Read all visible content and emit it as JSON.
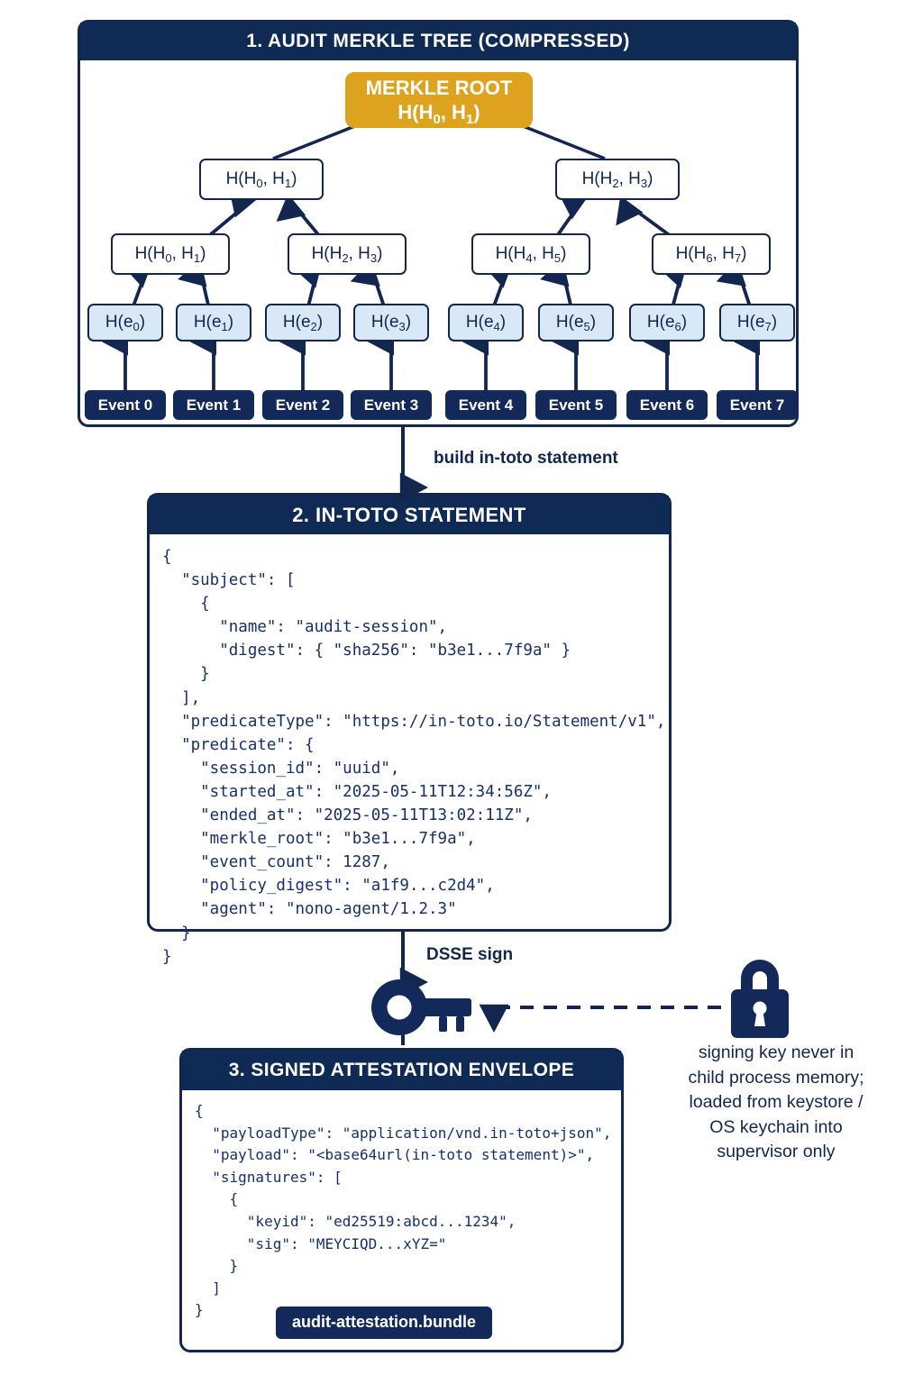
{
  "panels": {
    "tree": {
      "title": "1. AUDIT MERKLE TREE (COMPRESSED)",
      "root": {
        "line1": "MERKLE ROOT",
        "line2_pre": "H(H",
        "line2_sub1": "0",
        "line2_mid": ", H",
        "line2_sub2": "1",
        "line2_post": ")"
      },
      "level2": [
        {
          "label": "H(H0, H1)",
          "pre": "H(H",
          "sub1": "0",
          "mid": ", H",
          "sub2": "1",
          "post": ")"
        },
        {
          "label": "H(H2, H3)",
          "pre": "H(H",
          "sub1": "2",
          "mid": ", H",
          "sub2": "3",
          "post": ")"
        }
      ],
      "level3": [
        {
          "label": "H(H0, H1)",
          "pre": "H(H",
          "sub1": "0",
          "mid": ", H",
          "sub2": "1",
          "post": ")"
        },
        {
          "label": "H(H2, H3)",
          "pre": "H(H",
          "sub1": "2",
          "mid": ", H",
          "sub2": "3",
          "post": ")"
        },
        {
          "label": "H(H4, H5)",
          "pre": "H(H",
          "sub1": "4",
          "mid": ", H",
          "sub2": "5",
          "post": ")"
        },
        {
          "label": "H(H6, H7)",
          "pre": "H(H",
          "sub1": "6",
          "mid": ", H",
          "sub2": "7",
          "post": ")"
        }
      ],
      "leaves": [
        {
          "pre": "H(e",
          "sub": "0",
          "post": ")"
        },
        {
          "pre": "H(e",
          "sub": "1",
          "post": ")"
        },
        {
          "pre": "H(e",
          "sub": "2",
          "post": ")"
        },
        {
          "pre": "H(e",
          "sub": "3",
          "post": ")"
        },
        {
          "pre": "H(e",
          "sub": "4",
          "post": ")"
        },
        {
          "pre": "H(e",
          "sub": "5",
          "post": ")"
        },
        {
          "pre": "H(e",
          "sub": "6",
          "post": ")"
        },
        {
          "pre": "H(e",
          "sub": "7",
          "post": ")"
        }
      ],
      "events": [
        "Event 0",
        "Event 1",
        "Event 2",
        "Event 3",
        "Event 4",
        "Event 5",
        "Event 6",
        "Event 7"
      ]
    },
    "statement": {
      "title": "2. IN-TOTO STATEMENT",
      "code": "{\n  \"subject\": [\n    {\n      \"name\": \"audit-session\",\n      \"digest\": { \"sha256\": \"b3e1...7f9a\" }\n    }\n  ],\n  \"predicateType\": \"https://in-toto.io/Statement/v1\",\n  \"predicate\": {\n    \"session_id\": \"uuid\",\n    \"started_at\": \"2025-05-11T12:34:56Z\",\n    \"ended_at\": \"2025-05-11T13:02:11Z\",\n    \"merkle_root\": \"b3e1...7f9a\",\n    \"event_count\": 1287,\n    \"policy_digest\": \"a1f9...c2d4\",\n    \"agent\": \"nono-agent/1.2.3\"\n  }\n}"
    },
    "envelope": {
      "title": "3. SIGNED ATTESTATION ENVELOPE",
      "code": "{\n  \"payloadType\": \"application/vnd.in-toto+json\",\n  \"payload\": \"<base64url(in-toto statement)>\",\n  \"signatures\": [\n    {\n      \"keyid\": \"ed25519:abcd...1234\",\n      \"sig\": \"MEYCIQD...xYZ=\"\n    }\n  ]\n}",
      "bundle_chip": "audit-attestation.bundle"
    }
  },
  "flow": {
    "build_label": "build in-toto statement",
    "sign_label": "DSSE sign"
  },
  "note": {
    "lines": [
      "signing key never in",
      "child process memory;",
      "loaded from keystore /",
      "OS keychain into",
      "supervisor only"
    ]
  },
  "colors": {
    "navy": "#0e2a55",
    "navy_border": "#12264f",
    "gold": "#dda21e",
    "leaf_blue": "#d8e8f7",
    "white": "#ffffff"
  }
}
